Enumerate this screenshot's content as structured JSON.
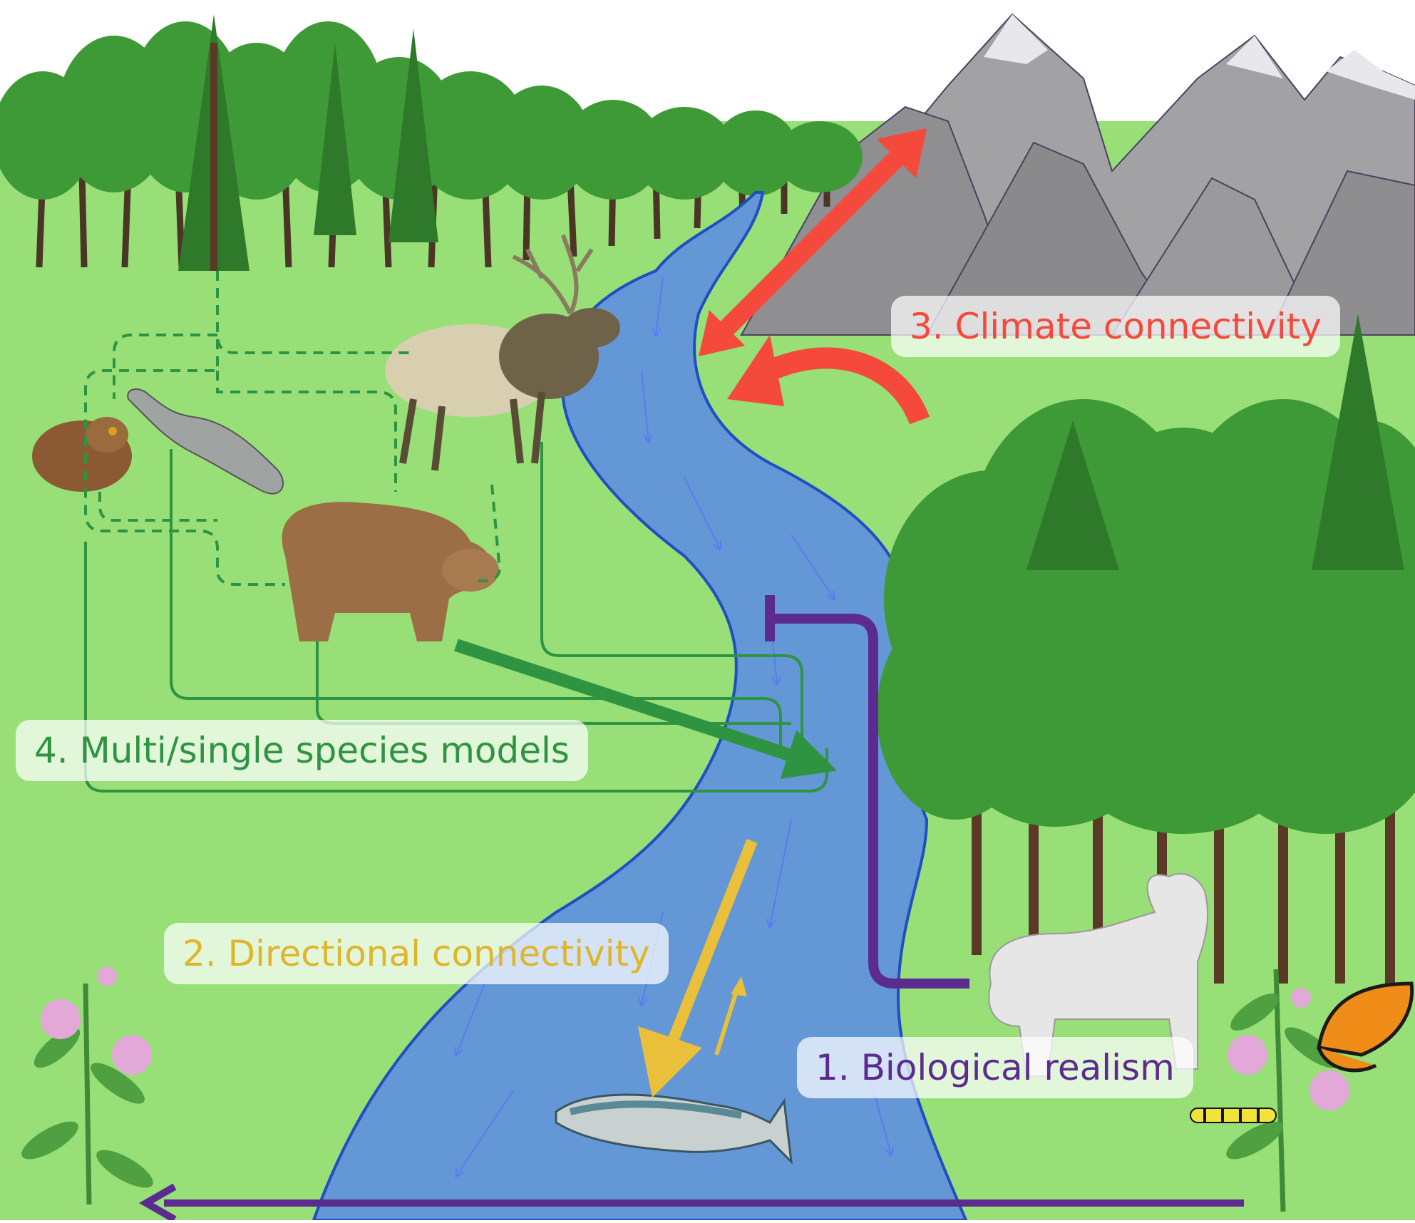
{
  "labels": {
    "biological_realism": "1. Biological realism",
    "directional_connectivity": "2. Directional connectivity",
    "climate_connectivity": "3. Climate connectivity",
    "multi_single_species": "4. Multi/single species models"
  },
  "colors": {
    "grass": "#97DF76",
    "river": "#6397D6",
    "river_edge": "#1F4FC0",
    "tree_foliage": "#3E9A36",
    "mountain": "#9C9C9E",
    "climate_red": "#F4493B",
    "directional_yellow": "#EAC03A",
    "biological_purple": "#5B2B90",
    "multi_green": "#2E9441"
  },
  "organisms": [
    "elk",
    "frog",
    "salamander",
    "bear",
    "wolf",
    "salmon",
    "monarch butterfly",
    "caterpillar",
    "milkweed",
    "trees",
    "mountains",
    "river"
  ]
}
